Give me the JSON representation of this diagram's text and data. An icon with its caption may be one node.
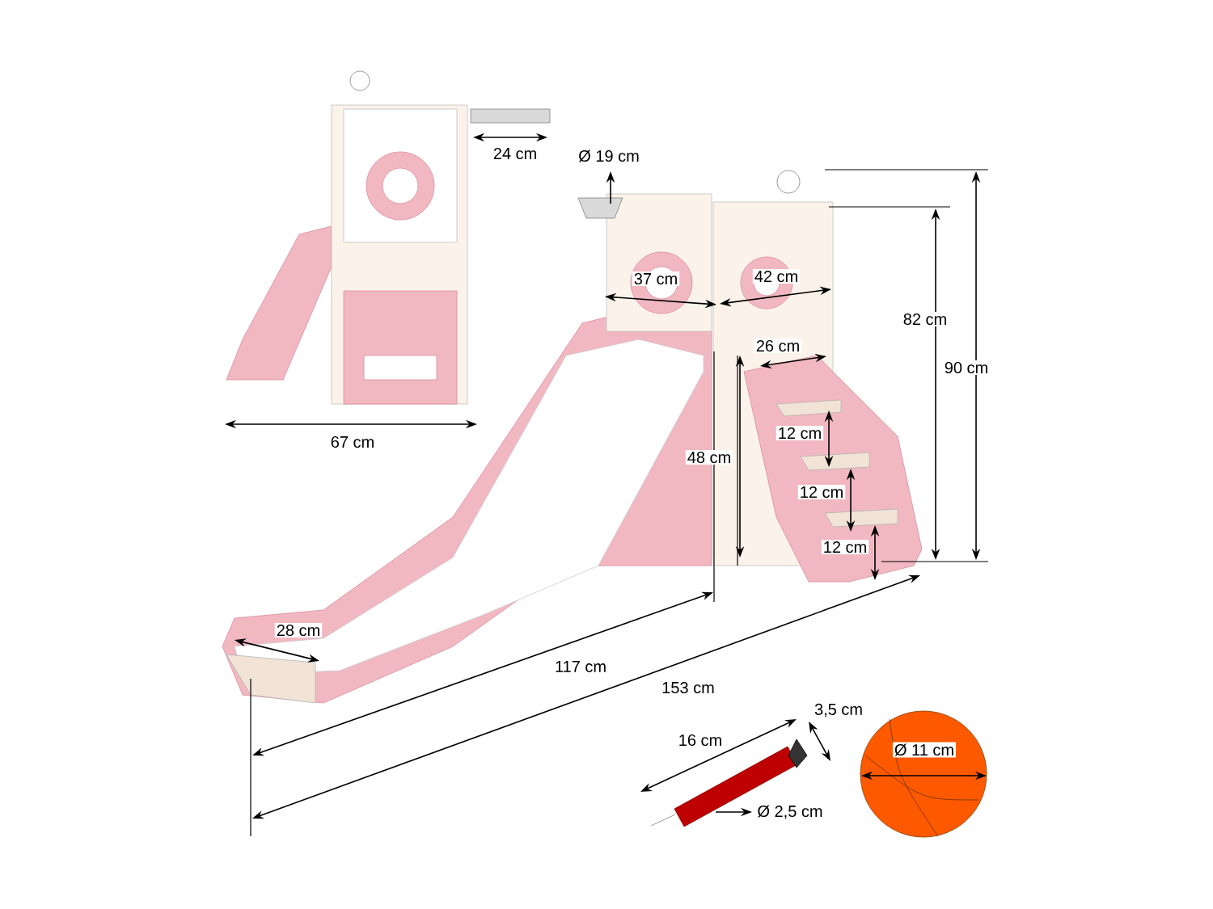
{
  "diagram": {
    "labels": [
      "24 cm",
      "Ø 19 cm",
      "42 cm",
      "37 cm",
      "82 cm",
      "26 cm",
      "90 cm",
      "12 cm",
      "67 cm",
      "48 cm",
      "12 cm",
      "12 cm",
      "28 cm",
      "117 cm",
      "153 cm",
      "3,5 cm",
      "16 cm",
      "Ø 11 cm",
      "Ø 2,5 cm"
    ]
  }
}
